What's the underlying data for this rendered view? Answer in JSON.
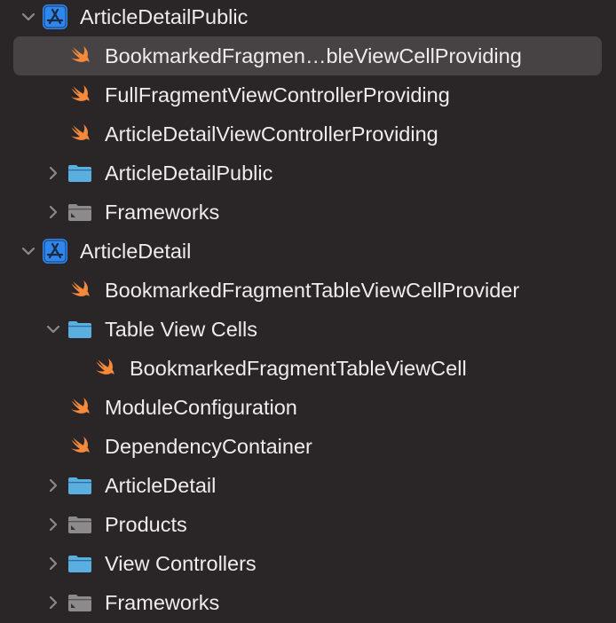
{
  "tree": [
    {
      "label": "ArticleDetailPublic",
      "level": 0,
      "icon": "app-target-icon",
      "chevron": "down",
      "selected": false
    },
    {
      "label": "BookmarkedFragmen…bleViewCellProviding",
      "level": 1,
      "icon": "swift-icon",
      "chevron": "none",
      "selected": true
    },
    {
      "label": "FullFragmentViewControllerProviding",
      "level": 1,
      "icon": "swift-icon",
      "chevron": "none",
      "selected": false
    },
    {
      "label": "ArticleDetailViewControllerProviding",
      "level": 1,
      "icon": "swift-icon",
      "chevron": "none",
      "selected": false
    },
    {
      "label": "ArticleDetailPublic",
      "level": 1,
      "icon": "folder-blue-icon",
      "chevron": "right",
      "selected": false
    },
    {
      "label": "Frameworks",
      "level": 1,
      "icon": "folder-gray-icon",
      "chevron": "right",
      "selected": false
    },
    {
      "label": "ArticleDetail",
      "level": 0,
      "icon": "app-target-icon",
      "chevron": "down",
      "selected": false
    },
    {
      "label": "BookmarkedFragmentTableViewCellProvider",
      "level": 1,
      "icon": "swift-icon",
      "chevron": "none",
      "selected": false
    },
    {
      "label": "Table View Cells",
      "level": 1,
      "icon": "folder-blue-icon",
      "chevron": "down",
      "selected": false
    },
    {
      "label": "BookmarkedFragmentTableViewCell",
      "level": 2,
      "icon": "swift-icon",
      "chevron": "none",
      "selected": false
    },
    {
      "label": "ModuleConfiguration",
      "level": 1,
      "icon": "swift-icon",
      "chevron": "none",
      "selected": false
    },
    {
      "label": "DependencyContainer",
      "level": 1,
      "icon": "swift-icon",
      "chevron": "none",
      "selected": false
    },
    {
      "label": "ArticleDetail",
      "level": 1,
      "icon": "folder-blue-icon",
      "chevron": "right",
      "selected": false
    },
    {
      "label": "Products",
      "level": 1,
      "icon": "folder-gray-icon",
      "chevron": "right",
      "selected": false
    },
    {
      "label": "View Controllers",
      "level": 1,
      "icon": "folder-blue-icon",
      "chevron": "right",
      "selected": false
    },
    {
      "label": "Frameworks",
      "level": 1,
      "icon": "folder-gray-icon",
      "chevron": "right",
      "selected": false
    }
  ],
  "colors": {
    "swift": "#f78a3a",
    "folder_blue": "#5aaee0",
    "folder_gray": "#8c8a8b",
    "app_blue": "#2f86ec",
    "background": "#2a2527",
    "selection": "#474345"
  }
}
